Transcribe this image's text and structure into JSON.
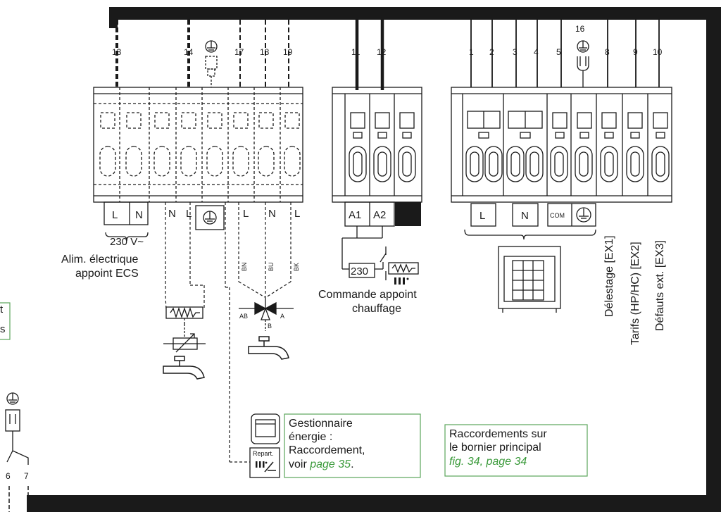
{
  "wire_numbers": {
    "left_block": [
      "13",
      "14",
      "17",
      "18",
      "19"
    ],
    "mid_block": [
      "11",
      "12"
    ],
    "right_block": [
      "1",
      "2",
      "3",
      "4",
      "5",
      "8",
      "9",
      "10"
    ],
    "earth_top_right": "16",
    "bottom_left": [
      "6",
      "7"
    ]
  },
  "left_block": {
    "terminal_labels": [
      "L",
      "N",
      "N",
      "L",
      "N",
      "L"
    ],
    "voltage": "230 V~",
    "supply_caption": [
      "Alim. électrique",
      "appoint ECS"
    ],
    "valve_wire_colors": [
      "BN",
      "BU",
      "BK"
    ],
    "valve_ports": [
      "AB",
      "A",
      "B"
    ]
  },
  "mid_block": {
    "terminal_labels": [
      "A1",
      "A2"
    ],
    "relay_voltage": "230",
    "caption": [
      "Commande appoint",
      "chauffage"
    ]
  },
  "right_block": {
    "terminal_labels": [
      "L",
      "N",
      "COM"
    ],
    "vertical_labels": [
      {
        "name": "Délestage",
        "code": "[EX1]"
      },
      {
        "name": "Tarifs (HP/HC)",
        "code": "[EX2]"
      },
      {
        "name": "Défauts ext.",
        "code": "[EX3]"
      }
    ]
  },
  "energy_manager": {
    "lines": [
      "Gestionnaire",
      "énergie :",
      "Raccordement,"
    ],
    "see_prefix": "voir ",
    "see_link": "page 35",
    "see_suffix": ".",
    "repart_label": "Repart."
  },
  "main_board_note": {
    "lines": [
      "Raccordements sur",
      "le bornier principal"
    ],
    "ref": "fig. 34, page 34"
  },
  "left_edge_fragments": [
    "t",
    "s"
  ],
  "colors": {
    "frame": "#1a1a1a",
    "note_border": "#5aa55a",
    "link": "#3a9a3a"
  }
}
